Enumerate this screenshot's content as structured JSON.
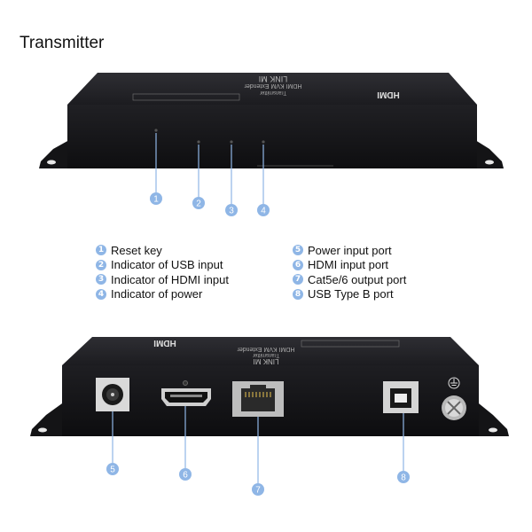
{
  "title": "Transmitter",
  "device": {
    "brand": "LINK MI",
    "model": "HDMI KVM Extender",
    "role": "Transmitter",
    "hdmi_logo": "HDMI"
  },
  "top_callouts": [
    "1",
    "2",
    "3",
    "4"
  ],
  "bottom_callouts": [
    "5",
    "6",
    "7",
    "8"
  ],
  "legend_left": [
    {
      "num": "1",
      "label": "Reset key"
    },
    {
      "num": "2",
      "label": "Indicator of USB input"
    },
    {
      "num": "3",
      "label": "Indicator of HDMI input"
    },
    {
      "num": "4",
      "label": "Indicator of power"
    }
  ],
  "legend_right": [
    {
      "num": "5",
      "label": "Power input port"
    },
    {
      "num": "6",
      "label": "HDMI input port"
    },
    {
      "num": "7",
      "label": "Cat5e/6 output port"
    },
    {
      "num": "8",
      "label": "USB Type B port"
    }
  ],
  "colors": {
    "callout": "#8fb6e6",
    "device_body": "#1a1a1d",
    "device_top": "#2a2a2e"
  },
  "icons": [
    "ground-symbol-icon",
    "screw-icon"
  ]
}
